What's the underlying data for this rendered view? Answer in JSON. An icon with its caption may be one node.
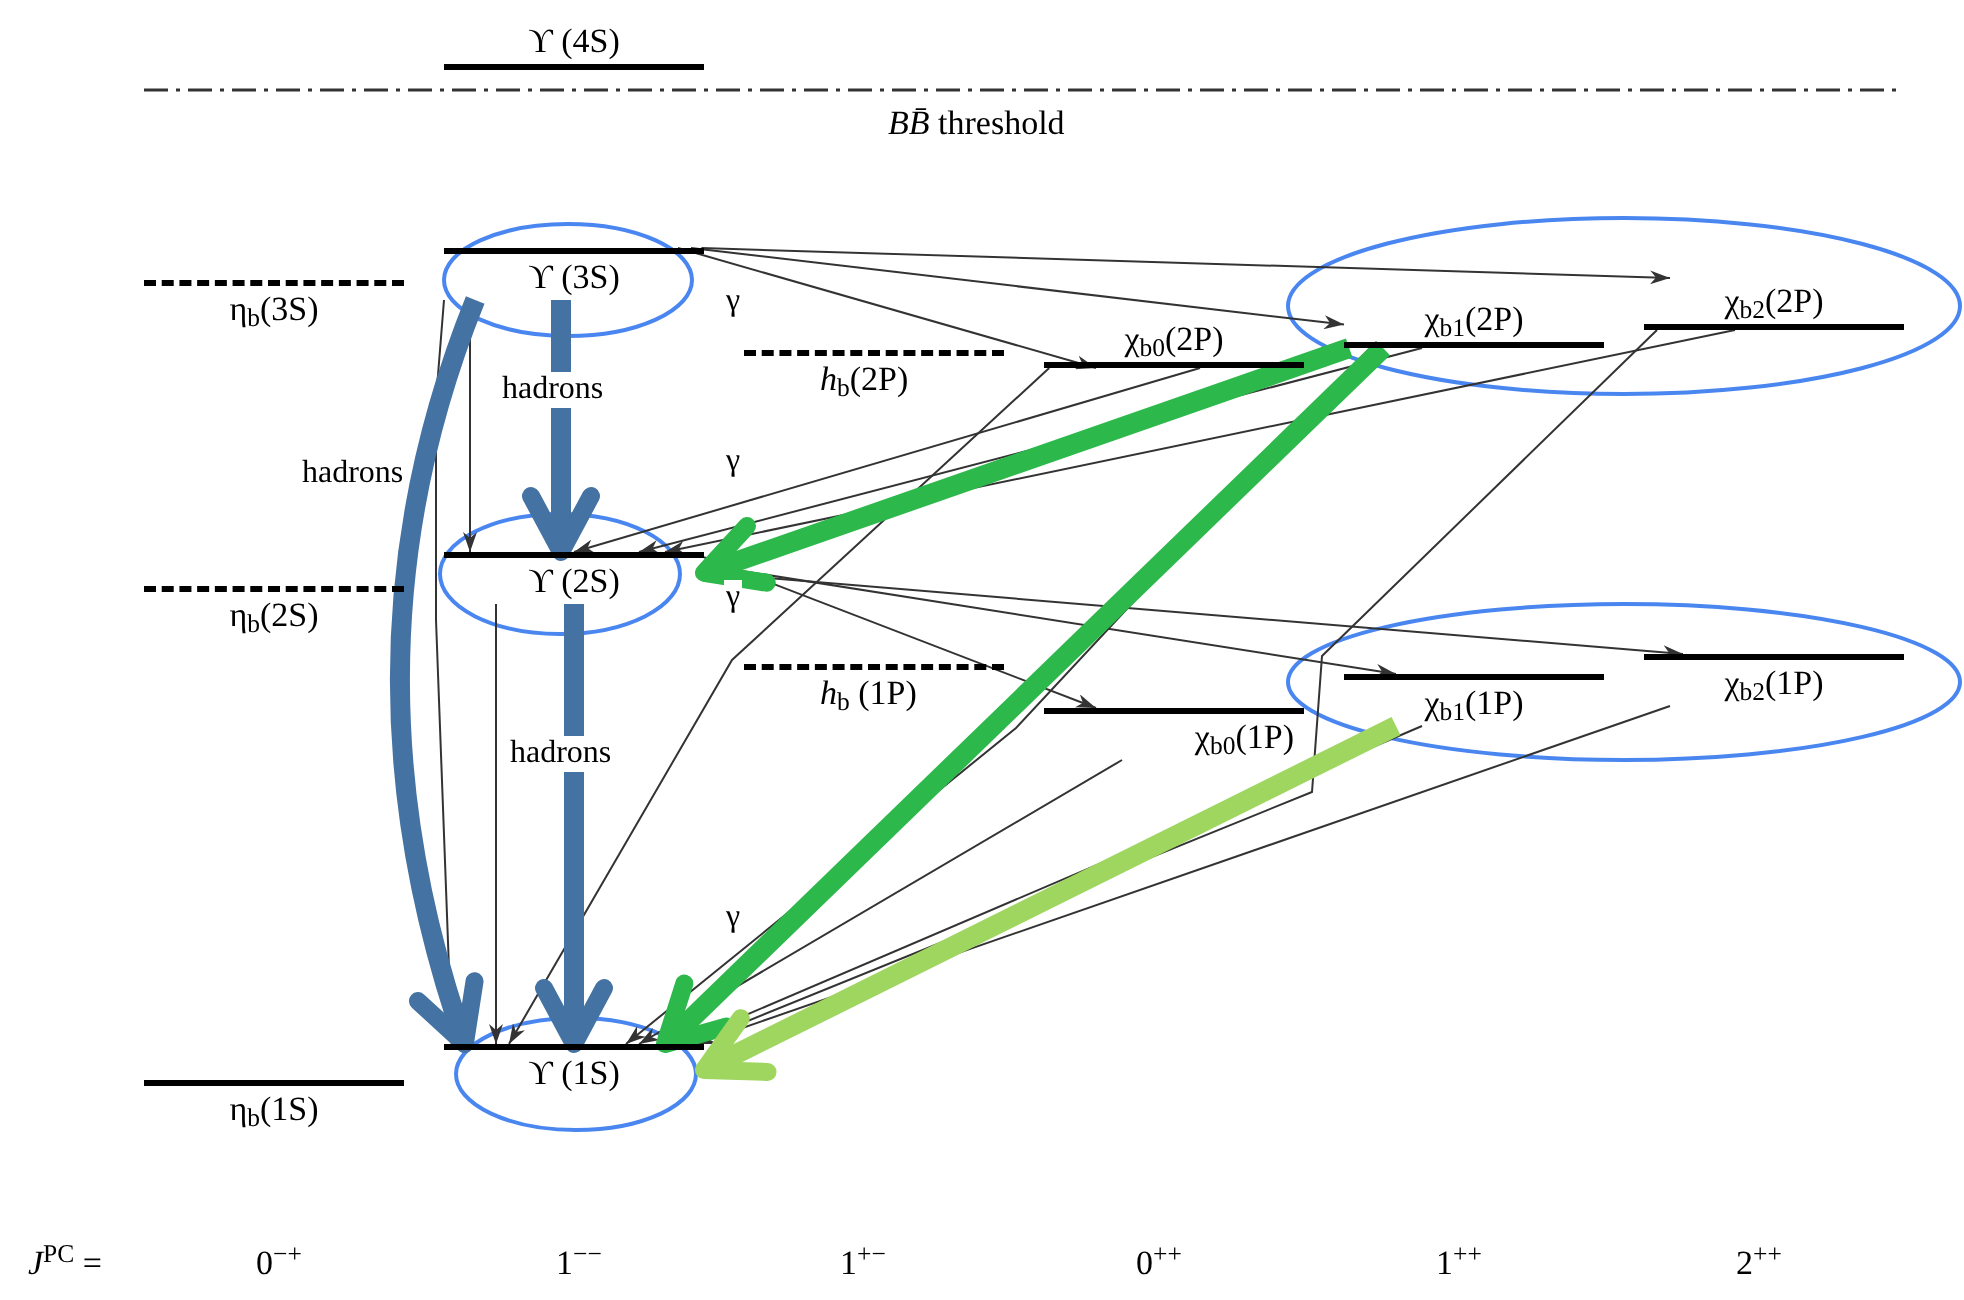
{
  "diagram": {
    "nodes": [
      {
        "text": [
          "ϒ (4S)"
        ]
      },
      {
        "text": [
          "η$_{b}$(3S)"
        ]
      },
      {
        "text": [
          "ϒ (3S)"
        ]
      },
      {
        "text": [
          "*h*$_{b}$(2P)"
        ]
      },
      {
        "text": [
          "χ$_{b0}$(2P)"
        ]
      },
      {
        "text": [
          "χ$_{b1}$(2P)"
        ]
      },
      {
        "text": [
          "χ$_{b2}$(2P)"
        ]
      },
      {
        "text": [
          "η$_{b}$(2S)"
        ]
      },
      {
        "text": [
          "ϒ (2S)"
        ]
      },
      {
        "text": [
          "*h*$_{b}$ (1P)"
        ]
      },
      {
        "text": [
          "χ$_{b0}$(1P)"
        ]
      },
      {
        "text": [
          "χ$_{b1}$(1P)"
        ]
      },
      {
        "text": [
          "χ$_{b2}$(1P)"
        ]
      },
      {
        "text": [
          "η$_{b}$(1S)"
        ]
      },
      {
        "text": [
          "ϒ (1S)"
        ]
      }
    ],
    "edges": [
      {
        "from": 2,
        "to": 4,
        "arrow": "to",
        "label": "γ"
      },
      {
        "from": 2,
        "to": 5,
        "arrow": "to"
      },
      {
        "from": 2,
        "to": 6,
        "arrow": "to"
      },
      {
        "from": 2,
        "to": 8,
        "arrow": "to"
      },
      {
        "from": 2,
        "to": 14,
        "arrow": "to"
      },
      {
        "from": 4,
        "to": 8,
        "arrow": "to",
        "label": "γ"
      },
      {
        "from": 5,
        "to": 8,
        "arrow": "to"
      },
      {
        "from": 6,
        "to": 8,
        "arrow": "to"
      },
      {
        "from": 8,
        "to": 10,
        "arrow": "to",
        "label": "γ"
      },
      {
        "from": 8,
        "to": 11,
        "arrow": "to"
      },
      {
        "from": 8,
        "to": 12,
        "arrow": "to"
      },
      {
        "from": 8,
        "to": 14,
        "arrow": "to"
      },
      {
        "from": 4,
        "to": 14,
        "arrow": "to"
      },
      {
        "from": 5,
        "to": 14,
        "arrow": "to"
      },
      {
        "from": 6,
        "to": 14,
        "arrow": "to"
      },
      {
        "from": 10,
        "to": 14,
        "arrow": "to",
        "label": "γ"
      },
      {
        "from": 11,
        "to": 14,
        "arrow": "to"
      },
      {
        "from": 12,
        "to": 14,
        "arrow": "to"
      },
      {
        "from": 2,
        "to": 8,
        "arrow": "to",
        "label": "hadrons",
        "style": "thick",
        "color": "#4472a2"
      },
      {
        "from": 2,
        "to": 14,
        "arrow": "to",
        "label": "hadrons",
        "style": "thick",
        "color": "#4472a2"
      },
      {
        "from": 8,
        "to": 14,
        "arrow": "to",
        "label": "hadrons",
        "style": "thick",
        "color": "#4472a2"
      },
      {
        "from": 5,
        "to": 8,
        "arrow": "to",
        "style": "thick",
        "color": "#2cb84a"
      },
      {
        "from": 5,
        "to": 14,
        "arrow": "to",
        "style": "thick",
        "color": "#2cb84a"
      },
      {
        "from": 11,
        "to": 14,
        "arrow": "to",
        "style": "thick",
        "color": "#9fd660"
      }
    ],
    "labels": [
      "*BB̄* threshold",
      "*J*$^{PC}$ =",
      "0$^{−+}$",
      "1$^{−−}$",
      "1$^{+−}$",
      "0$^{++}$",
      "1$^{++}$",
      "2$^{++}$"
    ]
  }
}
